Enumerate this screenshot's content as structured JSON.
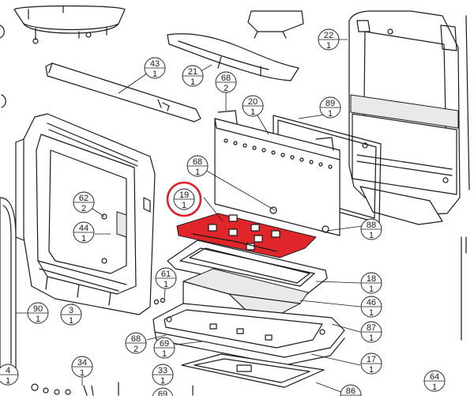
{
  "diagram": {
    "highlight_color": "#d9232a",
    "part_fill_color": "#e0262b",
    "highlighted_part": "19",
    "callouts": [
      {
        "id": "c43",
        "ref": "43",
        "qty": "1"
      },
      {
        "id": "c21",
        "ref": "21",
        "qty": "1"
      },
      {
        "id": "c68a",
        "ref": "68",
        "qty": "2"
      },
      {
        "id": "c22",
        "ref": "22",
        "qty": "1"
      },
      {
        "id": "c20",
        "ref": "20",
        "qty": "1"
      },
      {
        "id": "c89",
        "ref": "89",
        "qty": "1"
      },
      {
        "id": "c68b",
        "ref": "68",
        "qty": "1"
      },
      {
        "id": "c19",
        "ref": "19",
        "qty": "1"
      },
      {
        "id": "c62",
        "ref": "62",
        "qty": "2"
      },
      {
        "id": "c44",
        "ref": "44",
        "qty": "1"
      },
      {
        "id": "c88",
        "ref": "88",
        "qty": "1"
      },
      {
        "id": "c61",
        "ref": "61",
        "qty": "1"
      },
      {
        "id": "c18",
        "ref": "18",
        "qty": "1"
      },
      {
        "id": "c46",
        "ref": "46",
        "qty": "1"
      },
      {
        "id": "c90",
        "ref": "90",
        "qty": "1"
      },
      {
        "id": "c3",
        "ref": "3",
        "qty": "1"
      },
      {
        "id": "c87",
        "ref": "87",
        "qty": "1"
      },
      {
        "id": "c68c",
        "ref": "68",
        "qty": "2"
      },
      {
        "id": "c69a",
        "ref": "69",
        "qty": "1"
      },
      {
        "id": "c17",
        "ref": "17",
        "qty": "1"
      },
      {
        "id": "c34",
        "ref": "34",
        "qty": "1"
      },
      {
        "id": "c33",
        "ref": "33",
        "qty": "1"
      },
      {
        "id": "c4",
        "ref": "4",
        "qty": "1"
      },
      {
        "id": "c64",
        "ref": "64",
        "qty": "1"
      },
      {
        "id": "c86",
        "ref": "86",
        "qty": "1"
      },
      {
        "id": "c69b",
        "ref": "69",
        "qty": ""
      }
    ]
  }
}
